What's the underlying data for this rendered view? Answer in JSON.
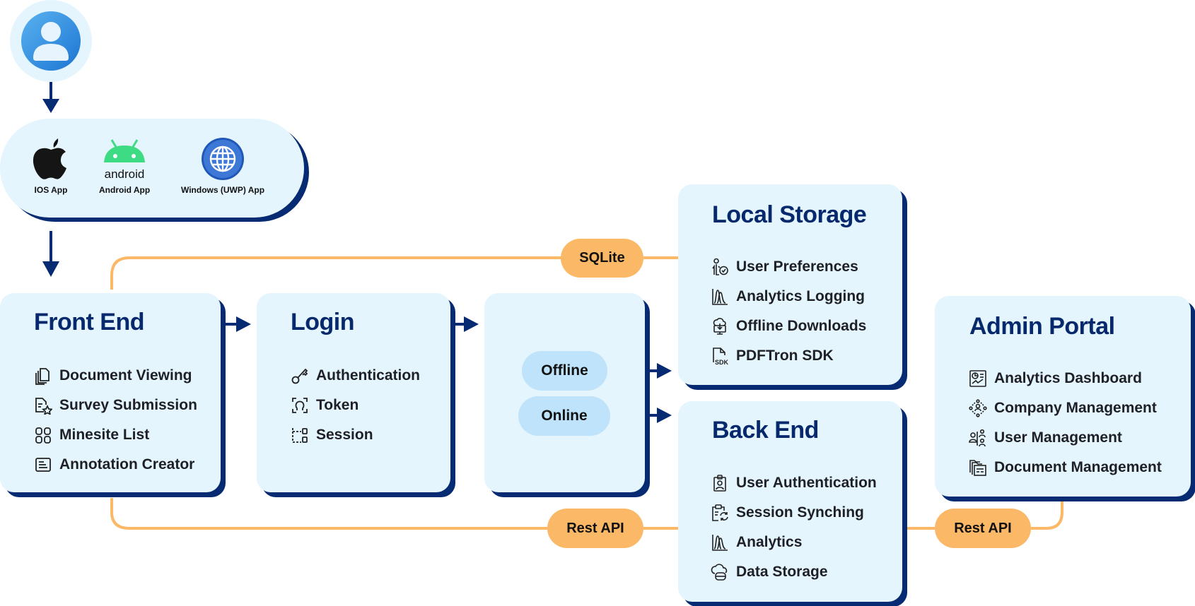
{
  "user": {
    "icon": "user-avatar-icon"
  },
  "apps": [
    {
      "label": "IOS App",
      "icon": "apple-icon"
    },
    {
      "label": "Android App",
      "icon": "android-icon",
      "wordmark": "android"
    },
    {
      "label": "Windows (UWP) App",
      "icon": "globe-icon"
    }
  ],
  "front_end": {
    "title": "Front End",
    "items": [
      {
        "label": "Document Viewing",
        "icon": "documents-icon"
      },
      {
        "label": "Survey Submission",
        "icon": "survey-star-icon"
      },
      {
        "label": "Minesite List",
        "icon": "grid-list-icon"
      },
      {
        "label": "Annotation Creator",
        "icon": "annotation-icon"
      }
    ]
  },
  "login": {
    "title": "Login",
    "items": [
      {
        "label": "Authentication",
        "icon": "key-icon"
      },
      {
        "label": "Token",
        "icon": "face-scan-icon"
      },
      {
        "label": "Session",
        "icon": "session-icon"
      }
    ]
  },
  "mode": {
    "offline": "Offline",
    "online": "Online"
  },
  "local_storage": {
    "title": "Local Storage",
    "items": [
      {
        "label": "User Preferences",
        "icon": "user-check-icon"
      },
      {
        "label": "Analytics Logging",
        "icon": "analytics-chart-icon"
      },
      {
        "label": "Offline Downloads",
        "icon": "cloud-download-icon"
      },
      {
        "label": "PDFTron SDK",
        "icon": "sdk-file-icon",
        "icon_text": "SDK"
      }
    ]
  },
  "back_end": {
    "title": "Back End",
    "items": [
      {
        "label": "User Authentication",
        "icon": "id-badge-icon"
      },
      {
        "label": "Session Synching",
        "icon": "clipboard-sync-icon"
      },
      {
        "label": "Analytics",
        "icon": "analytics-chart-icon"
      },
      {
        "label": "Data Storage",
        "icon": "cloud-storage-icon"
      }
    ]
  },
  "admin_portal": {
    "title": "Admin Portal",
    "items": [
      {
        "label": "Analytics Dashboard",
        "icon": "dashboard-icon"
      },
      {
        "label": "Company Management",
        "icon": "company-network-icon"
      },
      {
        "label": "User Management",
        "icon": "users-icon"
      },
      {
        "label": "Document Management",
        "icon": "folder-docs-icon"
      }
    ]
  },
  "connectors": {
    "sqlite": "SQLite",
    "rest_api_left": "Rest API",
    "rest_api_right": "Rest API"
  },
  "colors": {
    "navy": "#062B72",
    "box_bg": "#E4F5FD",
    "orange": "#FBB867",
    "pill_blue": "#BEE3FA",
    "title": "#06296E"
  }
}
